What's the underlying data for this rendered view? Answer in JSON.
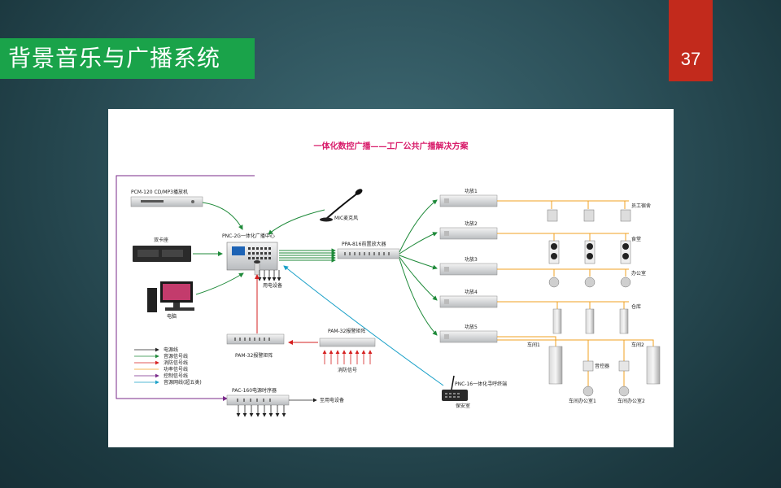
{
  "slide": {
    "title": "背景音乐与广播系统",
    "page_number": "37"
  },
  "diagram": {
    "title": "一体化数控广播——工厂公共广播解决方案",
    "labels": {
      "cd_player": "PCM-120 CD/MP3播放机",
      "deck": "双卡座",
      "computer": "电脑",
      "center": "PNC-2G一体化广播中心",
      "mic": "MIC麦克风",
      "preamp": "PPA-816前置放大器",
      "power_equipment": "用电设备",
      "alarm_matrix_top": "PAM-32报警矩阵",
      "alarm_matrix_left": "PAM-32报警矩阵",
      "fire_signal": "消防信号",
      "sequencer": "PAC-160电源时序器",
      "to_equipment": "至用电设备",
      "paging_station": "PNC-16一体化寻呼终端",
      "security_room": "保安室",
      "amp1": "功放1",
      "amp2": "功放2",
      "amp3": "功放3",
      "amp4": "功放4",
      "amp5": "功放5",
      "zone_dorm": "员工宿舍",
      "zone_canteen": "食堂",
      "zone_office": "办公室",
      "zone_warehouse": "仓库",
      "zone_workshop1": "车间1",
      "zone_workshop2": "车间2",
      "volume_ctrl": "音控器",
      "workshop_office1": "车间办公室1",
      "workshop_office2": "车间办公室2"
    },
    "legend": [
      {
        "label": "电源线",
        "color": "#222222"
      },
      {
        "label": "音源信号线",
        "color": "#1f8a3a"
      },
      {
        "label": "消防信号线",
        "color": "#d62020"
      },
      {
        "label": "功率信号线",
        "color": "#f0a020"
      },
      {
        "label": "控制信号线",
        "color": "#7a2a8a"
      },
      {
        "label": "音源网线(超五类)",
        "color": "#1aa0c8"
      }
    ]
  }
}
